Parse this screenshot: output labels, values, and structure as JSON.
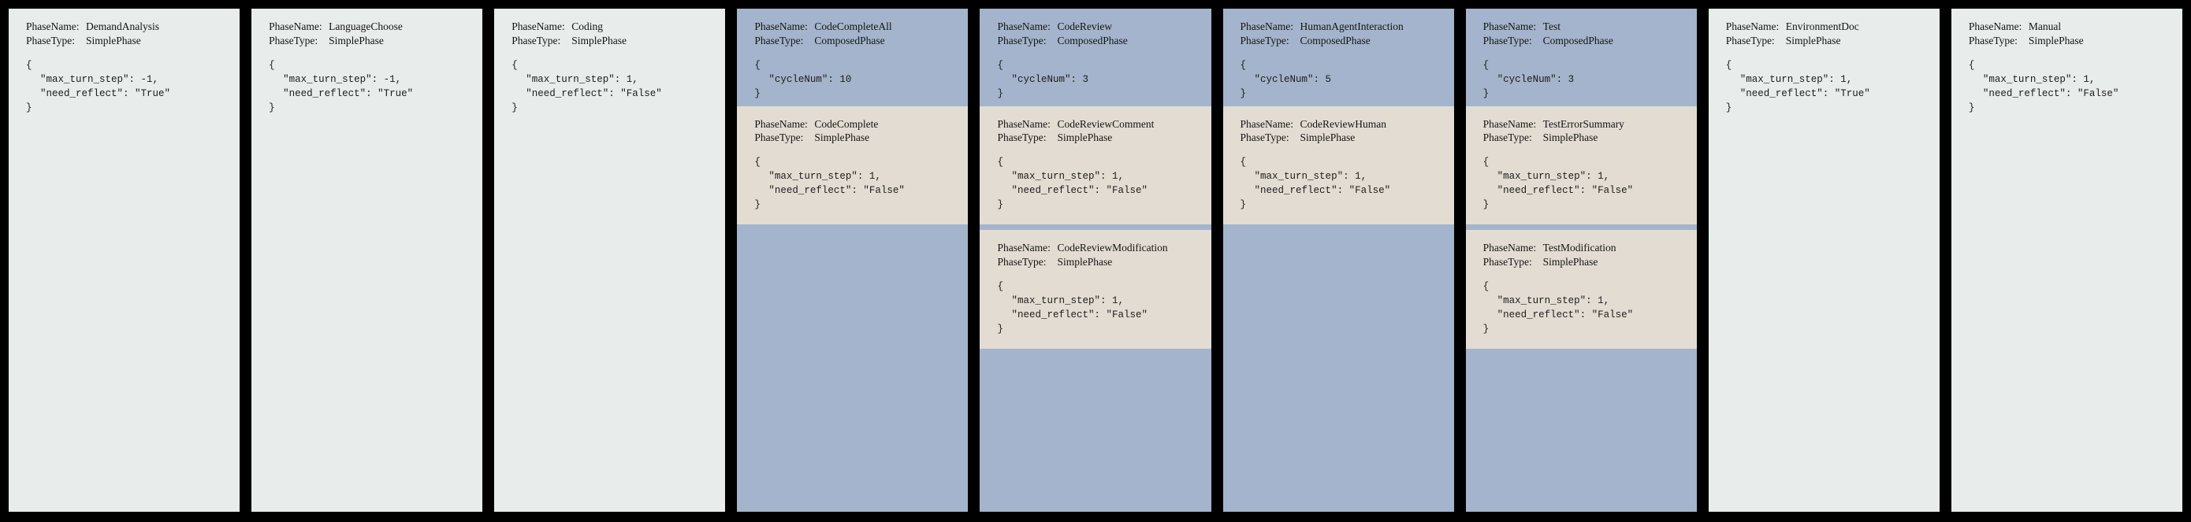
{
  "labels": {
    "phase_name": "PhaseName:",
    "phase_type": "PhaseType:"
  },
  "colors": {
    "background": "#000000",
    "simple_phase_bg": "#e8ecea",
    "composed_phase_bg": "#a3b4cc",
    "child_phase_bg": "#e3dcd3",
    "text": "#141414"
  },
  "phases": [
    {
      "name": "DemandAnalysis",
      "type": "SimplePhase",
      "config_open": "{",
      "config_lines": [
        "\"max_turn_step\": -1,",
        "\"need_reflect\": \"True\""
      ],
      "config_close": "}",
      "children": []
    },
    {
      "name": "LanguageChoose",
      "type": "SimplePhase",
      "config_open": "{",
      "config_lines": [
        "\"max_turn_step\": -1,",
        "\"need_reflect\": \"True\""
      ],
      "config_close": "}",
      "children": []
    },
    {
      "name": "Coding",
      "type": "SimplePhase",
      "config_open": "{",
      "config_lines": [
        "\"max_turn_step\": 1,",
        "\"need_reflect\": \"False\""
      ],
      "config_close": "}",
      "children": []
    },
    {
      "name": "CodeCompleteAll",
      "type": "ComposedPhase",
      "config_open": "{",
      "config_lines": [
        "\"cycleNum\": 10"
      ],
      "config_close": "}",
      "children": [
        {
          "name": "CodeComplete",
          "type": "SimplePhase",
          "config_open": "{",
          "config_lines": [
            "\"max_turn_step\": 1,",
            "\"need_reflect\": \"False\""
          ],
          "config_close": "}"
        }
      ]
    },
    {
      "name": "CodeReview",
      "type": "ComposedPhase",
      "config_open": "{",
      "config_lines": [
        "\"cycleNum\": 3"
      ],
      "config_close": "}",
      "children": [
        {
          "name": "CodeReviewComment",
          "type": "SimplePhase",
          "config_open": "{",
          "config_lines": [
            "\"max_turn_step\": 1,",
            "\"need_reflect\": \"False\""
          ],
          "config_close": "}"
        },
        {
          "name": "CodeReviewModification",
          "type": "SimplePhase",
          "config_open": "{",
          "config_lines": [
            "\"max_turn_step\": 1,",
            "\"need_reflect\": \"False\""
          ],
          "config_close": "}"
        }
      ]
    },
    {
      "name": "HumanAgentInteraction",
      "type": "ComposedPhase",
      "config_open": "{",
      "config_lines": [
        "\"cycleNum\": 5"
      ],
      "config_close": "}",
      "children": [
        {
          "name": "CodeReviewHuman",
          "type": "SimplePhase",
          "config_open": "{",
          "config_lines": [
            "\"max_turn_step\": 1,",
            "\"need_reflect\": \"False\""
          ],
          "config_close": "}"
        }
      ]
    },
    {
      "name": "Test",
      "type": "ComposedPhase",
      "config_open": "{",
      "config_lines": [
        "\"cycleNum\": 3"
      ],
      "config_close": "}",
      "children": [
        {
          "name": "TestErrorSummary",
          "type": "SimplePhase",
          "config_open": "{",
          "config_lines": [
            "\"max_turn_step\": 1,",
            "\"need_reflect\": \"False\""
          ],
          "config_close": "}"
        },
        {
          "name": "TestModification",
          "type": "SimplePhase",
          "config_open": "{",
          "config_lines": [
            "\"max_turn_step\": 1,",
            "\"need_reflect\": \"False\""
          ],
          "config_close": "}"
        }
      ]
    },
    {
      "name": "EnvironmentDoc",
      "type": "SimplePhase",
      "config_open": "{",
      "config_lines": [
        "\"max_turn_step\": 1,",
        "\"need_reflect\": \"True\""
      ],
      "config_close": "}",
      "children": []
    },
    {
      "name": "Manual",
      "type": "SimplePhase",
      "config_open": "{",
      "config_lines": [
        "\"max_turn_step\": 1,",
        "\"need_reflect\": \"False\""
      ],
      "config_close": "}",
      "children": []
    }
  ]
}
